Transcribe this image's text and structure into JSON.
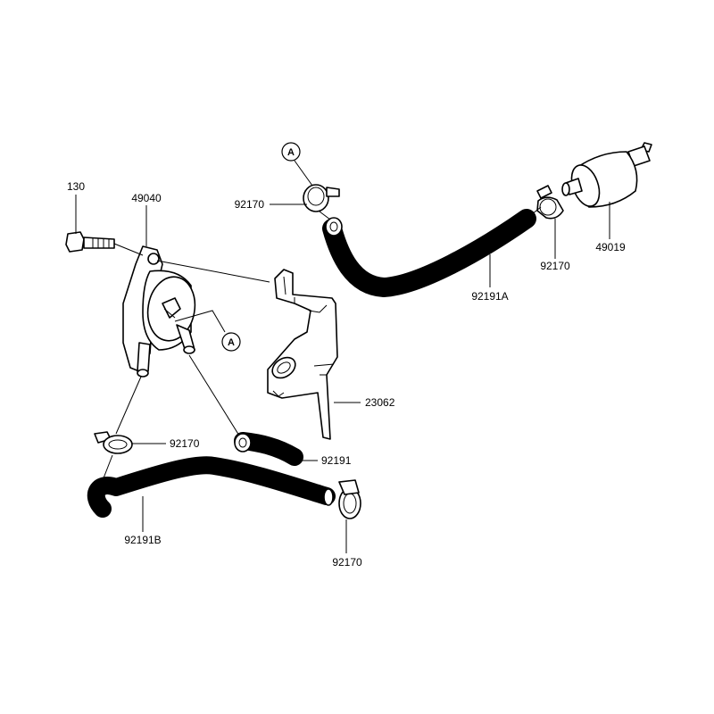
{
  "callouts": {
    "p130": "130",
    "p49040": "49040",
    "p92170_top": "92170",
    "p92170_filter": "92170",
    "p49019": "49019",
    "p92191A": "92191A",
    "p23062": "23062",
    "p92170_left": "92170",
    "p92191": "92191",
    "p92191B": "92191B",
    "p92170_bottom": "92170"
  },
  "refs": {
    "a_top": "A",
    "a_pump": "A"
  }
}
